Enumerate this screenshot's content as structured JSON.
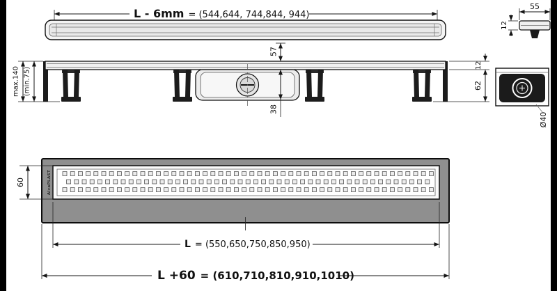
{
  "colors": {
    "line": "#161616",
    "body_gray": "#8f8f8f",
    "dark_fill": "#1b1b1b"
  },
  "top_view": {
    "length_prefix": "L - 6mm",
    "length_values": "= (544,644, 744,844, 944)"
  },
  "end_detail": {
    "width_label": "55",
    "height_label": "12"
  },
  "side_view": {
    "height_max_label": "max.140",
    "height_min_label": "(min.75)",
    "overall_height_label": "57",
    "trap_depth_label": "38",
    "rim_height_label": "12",
    "outlet_axis_label": "62"
  },
  "end_view": {
    "outlet_diameter_label": "Ø40"
  },
  "plan_view": {
    "brand": "AlcaPLAST",
    "grate_width_label": "60",
    "grate_length_prefix": "L",
    "grate_length_values": "= (550,650,750,850,950)",
    "overall_length_prefix": "L +60",
    "overall_length_values": "= (610,710,810,910,1010)"
  }
}
